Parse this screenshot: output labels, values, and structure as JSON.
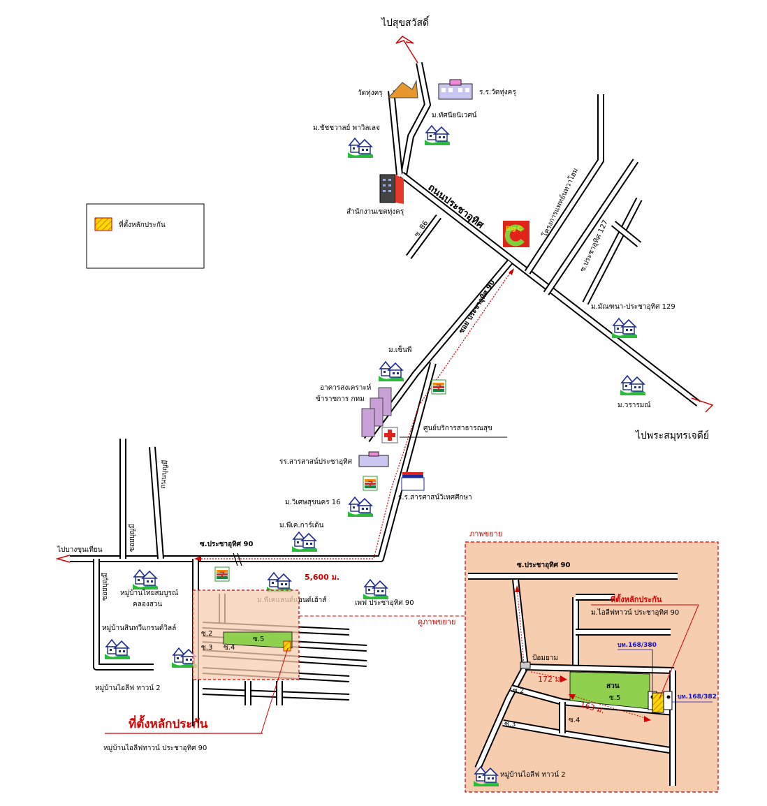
{
  "legend": {
    "label": "ที่ตั้งหลักประกัน"
  },
  "directions": {
    "north": "ไปสุขสวัสดิ์",
    "southeast": "ไปพระสมุทรเจดีย์",
    "west": "ไปบางขุนเทียน"
  },
  "roads": {
    "main": "ถนนประชาอุทิศ",
    "soi90_diag": "ซอย ประชาอุทิศ 90",
    "soi90_horiz": "ซ.ประชาอุทิศ 90",
    "soi86": "ซ. 86",
    "soi127": "ซ.ประชาอุทิศ 127",
    "project": "โครงการแพทย์นทวาโฮม",
    "left_road_a": "ซอยบุญมี",
    "left_road_b": "ถนนบุญมี",
    "left_road_c": "ซอยบุญมี"
  },
  "places": {
    "wat": "วัดทุ่งครุ",
    "school_wat": "ร.ร.วัดทุ่งครุ",
    "m_thanathorn": "ม.ทัศนียนิเวศน์",
    "m_chatchawan": "ม.ชัชชวาลย์ พาวิลเลจ",
    "district_office": "สำนักงานเขตทุ่งครุ",
    "big_c": "Big C",
    "m_manthana": "ม.มัณฑนา-ประชาอุทิศ 129",
    "m_waraman": "ม.วรารมณ์",
    "m_senpee": "ม.เซ็นพี",
    "welfare_building_1": "อาคารสงเคราะห์",
    "welfare_building_2": "ข้าราชการ กทม",
    "health_center": "ศูนย์บริการสาธารณสุข",
    "sarasas_school": "รร.สารสาสน์ประชาอุทิศ",
    "sarasas_wittes": "ร.ร.สารศาสน์วิเทศศึกษา",
    "m_wiset": "ม.วิเศษสุขนคร 16",
    "m_pk_garden": "ม.พีเค.การ์เด้น",
    "thai_somboon_1": "หมู่บ้านไทยสมบูรณ์",
    "thai_somboon_2": "คลองสวน",
    "m_pk_land": "ม.พีเคแลนด์แอนด์เฮ้าส์",
    "p_village": "เพฟ ประชาอุทิศ 90",
    "sinthawee": "หมู่บ้านสินทวีแกรนด์วิลล์",
    "ilif_town2": "หมู่บ้านไอลีฟ ทาวน์ 2",
    "seven_eleven": "7"
  },
  "distance_main": "5,600 ม.",
  "collateral": {
    "title": "ที่ตั้งหลักประกัน",
    "subtitle": "หมู่บ้านไอลีฟทาวน์ ประชาอุทิศ 90"
  },
  "soi_labels": {
    "s2": "ซ.2",
    "s3": "ซ.3",
    "s4": "ซ.4",
    "s5": "ซ.5"
  },
  "inset": {
    "title": "ภาพขยาย",
    "link": "ดูภาพขยาย",
    "road": "ซ.ประชาอุทิศ 90",
    "marker_title": "ที่ตั้งหลักประกัน",
    "marker_sub": "ม.ไอลีฟทาวน์ ประชาอุทิศ 90",
    "plot1": "บท.168/380",
    "plot2": "บท.168/382",
    "booth": "ป้อมยาม",
    "dist1": "172 ม.",
    "dist2": "163 ม.",
    "park": "สวน",
    "village": "หมู่บ้านไอลีฟ ทาวน์ 2"
  },
  "colors": {
    "accent_red": "#d40000",
    "inset_fill": "#f7cdb0",
    "park_green": "#8fd14f",
    "collateral_yellow": "#ffd600"
  }
}
